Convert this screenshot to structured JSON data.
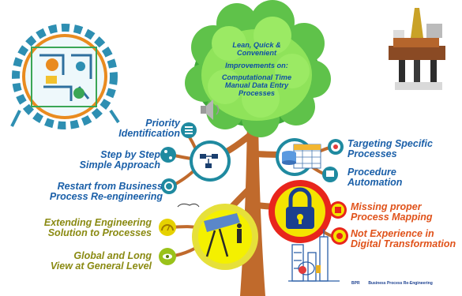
{
  "crown": {
    "line1": "Lean, Quick &",
    "line2": "Convenient",
    "line3": "Improvements on:",
    "line4": "Computational Time",
    "line5": "Manual Data Entry",
    "line6": "Processes"
  },
  "left_labels": {
    "priority_1": "Priority",
    "priority_2": "Identification",
    "step_1": "Step by Step",
    "step_2": "Simple Approach",
    "restart_1": "Restart from Business",
    "restart_2": "Process Re-engineering",
    "extend_1": "Extending Engineering",
    "extend_2": "Solution to Processes",
    "global_1": "Global and  Long",
    "global_2": "View at General Level"
  },
  "right_labels": {
    "target_1": "Targeting Specific",
    "target_2": "Processes",
    "proc_1": "Procedure",
    "proc_2": "Automation",
    "missing_1": "Missing proper",
    "missing_2": "Process Mapping",
    "notexp_1": "Not Experience in",
    "notexp_2": "Digital Transformation"
  },
  "legend": {
    "abbr": "BPR",
    "full": "Business Process Re-Engineering"
  },
  "colors": {
    "trunk": "#c06a2c",
    "foliage_light": "#8fe35a",
    "foliage_dark": "#3fa83a",
    "blue_text": "#1a5fa8",
    "olive_text": "#8a8a12",
    "red_text": "#e0521a",
    "teal_node": "#1f8aa0",
    "yellow_node": "#f2e400",
    "red_node": "#e8251c"
  },
  "icons": [
    "gear-brain-icon",
    "oil-rig-icon",
    "speaker-icon",
    "list-icon",
    "steps-icon",
    "restart-icon",
    "flowchart-icon",
    "database-table-icon",
    "target-icon",
    "automation-icon",
    "telescope-icon",
    "gauge-icon",
    "eye-icon",
    "lock-icon",
    "map-warning-icon",
    "face-warning-icon",
    "factory-icon"
  ]
}
